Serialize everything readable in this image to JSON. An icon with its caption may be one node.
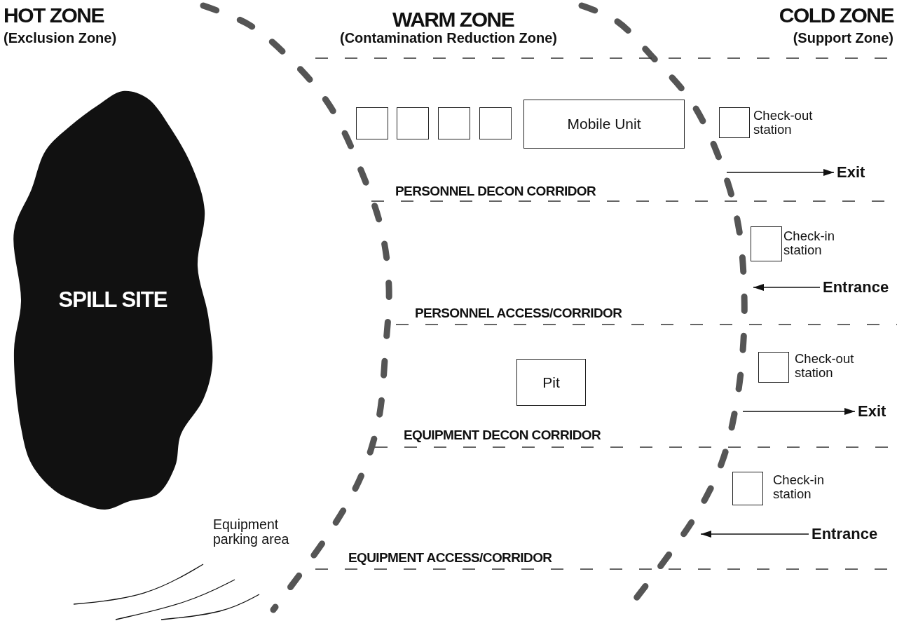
{
  "diagram": {
    "nodes": [
      {
        "text": [
          "SPILL SITE"
        ]
      },
      {
        "text": [],
        "shape": "box"
      },
      {
        "text": [],
        "shape": "box"
      },
      {
        "text": [],
        "shape": "box"
      },
      {
        "text": [],
        "shape": "box"
      },
      {
        "text": [
          "Mobile Unit"
        ]
      },
      {
        "text": [],
        "shape": "box",
        "beside": [
          "Check-out station"
        ]
      },
      {
        "text": [],
        "shape": "box",
        "beside": [
          "Check-in station"
        ]
      },
      {
        "text": [],
        "shape": "box",
        "beside": [
          "Check-out station"
        ]
      },
      {
        "text": [
          "Pit"
        ]
      },
      {
        "text": [],
        "shape": "box",
        "beside": [
          "Check-in station"
        ]
      },
      {
        "text": [
          "Exit"
        ]
      },
      {
        "text": [
          "Entrance"
        ]
      },
      {
        "text": [
          "Exit"
        ]
      },
      {
        "text": [
          "Entrance"
        ]
      }
    ],
    "edges": [
      {
        "from": null,
        "to": 11,
        "arrow": "to"
      },
      {
        "from": 12,
        "to": null,
        "arrow": "to"
      },
      {
        "from": null,
        "to": 13,
        "arrow": "to"
      },
      {
        "from": 14,
        "to": null,
        "arrow": "to"
      }
    ],
    "labels": [
      "HOT ZONE",
      "(Exclusion Zone)",
      "WARM ZONE",
      "(Contamination Reduction Zone)",
      "COLD ZONE",
      "(Support Zone)",
      "PERSONNEL DECON CORRIDOR",
      "PERSONNEL ACCESS/CORRIDOR",
      "EQUIPMENT DECON CORRIDOR",
      "Equipment parking area",
      "EQUIPMENT ACCESS/CORRIDOR"
    ]
  }
}
